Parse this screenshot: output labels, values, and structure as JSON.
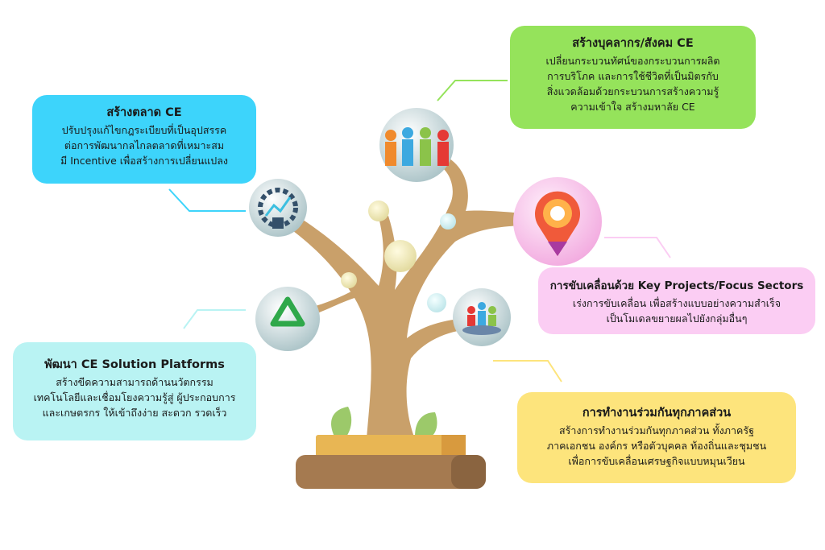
{
  "colors": {
    "green": "#95e35b",
    "blue": "#3dd4fb",
    "pink": "#fbcdf3",
    "cyan": "#b9f3f3",
    "yellow": "#fde47c",
    "trunk": "#c9a06a"
  },
  "boxes": {
    "people": {
      "title": "สร้างบุคลากร/สังคม CE",
      "lines": [
        "เปลี่ยนกระบวนทัศน์ของกระบวนการผลิต",
        "การบริโภค และการใช้ชีวิตที่เป็นมิตรกับ",
        "สิ่งแวดล้อมด้วยกระบวนการสร้างความรู้",
        "ความเข้าใจ สร้างมหาลัย CE"
      ],
      "icon": "people-icon"
    },
    "market": {
      "title": "สร้างตลาด CE",
      "lines": [
        "ปรับปรุงแก้ไขกฎระเบียบที่เป็นอุปสรรค",
        "ต่อการพัฒนากลไกลตลาดที่เหมาะสม",
        "มี Incentive เพื่อสร้างการเปลี่ยนแปลง"
      ],
      "icon": "gear-bulb-icon"
    },
    "projects": {
      "title": "การขับเคลื่อนด้วย Key Projects/Focus Sectors",
      "lines": [
        "เร่งการขับเคลื่อน เพื่อสร้างแบบอย่างความสำเร็จ",
        "เป็นโมเดลขยายผลไปยังกลุ่มอื่นๆ"
      ],
      "icon": "location-pin-icon"
    },
    "platforms": {
      "title": "พัฒนา CE Solution Platforms",
      "lines": [
        "สร้างขีดความสามารถด้านนวัตกรรม",
        "เทคโนโลยีและเชื่อมโยงความรู้สู่ ผู้ประกอบการ",
        "และเกษตรกร ให้เข้าถึงง่าย สะดวก รวดเร็ว"
      ],
      "icon": "recycle-icon"
    },
    "collab": {
      "title": "การทำงานร่วมกันทุกภาคส่วน",
      "lines": [
        "สร้างการทำงานร่วมกันทุกภาคส่วน ทั้งภาครัฐ",
        "ภาคเอกชน องค์กร หรือตัวบุคคล ท้องถิ่นและชุมชน",
        "เพื่อการขับเคลื่อนเศรษฐกิจแบบหมุนเวียน"
      ],
      "icon": "teamwork-icon"
    }
  }
}
